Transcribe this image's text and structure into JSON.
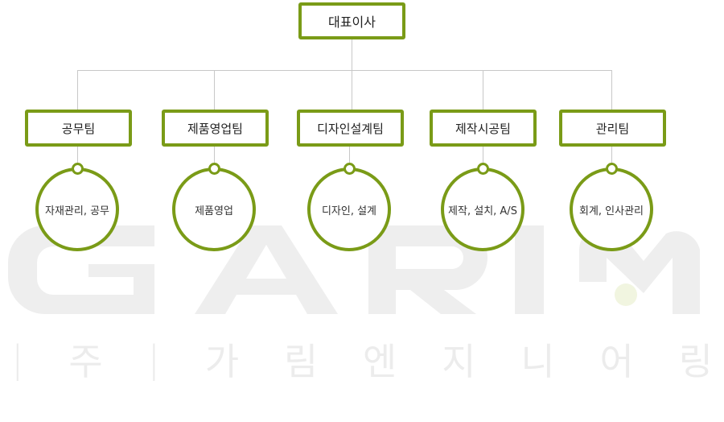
{
  "watermark": {
    "logo_text": "GARIM",
    "sub_chars": [
      "|",
      "주",
      "|",
      "가",
      "림",
      "엔",
      "지",
      "니",
      "어",
      "링"
    ]
  },
  "org": {
    "ceo": "대표이사",
    "teams": [
      {
        "name": "공무팀",
        "role": "자재관리, 공무"
      },
      {
        "name": "제품영업팀",
        "role": "제품영업"
      },
      {
        "name": "디자인설계팀",
        "role": "디자인, 설계"
      },
      {
        "name": "제작시공팀",
        "role": "제작, 설치, A/S"
      },
      {
        "name": "관리팀",
        "role": "회계, 인사관리"
      }
    ]
  },
  "colors": {
    "accent": "#7a9b17",
    "connector": "#c8c8c8",
    "watermark": "#ececec"
  }
}
